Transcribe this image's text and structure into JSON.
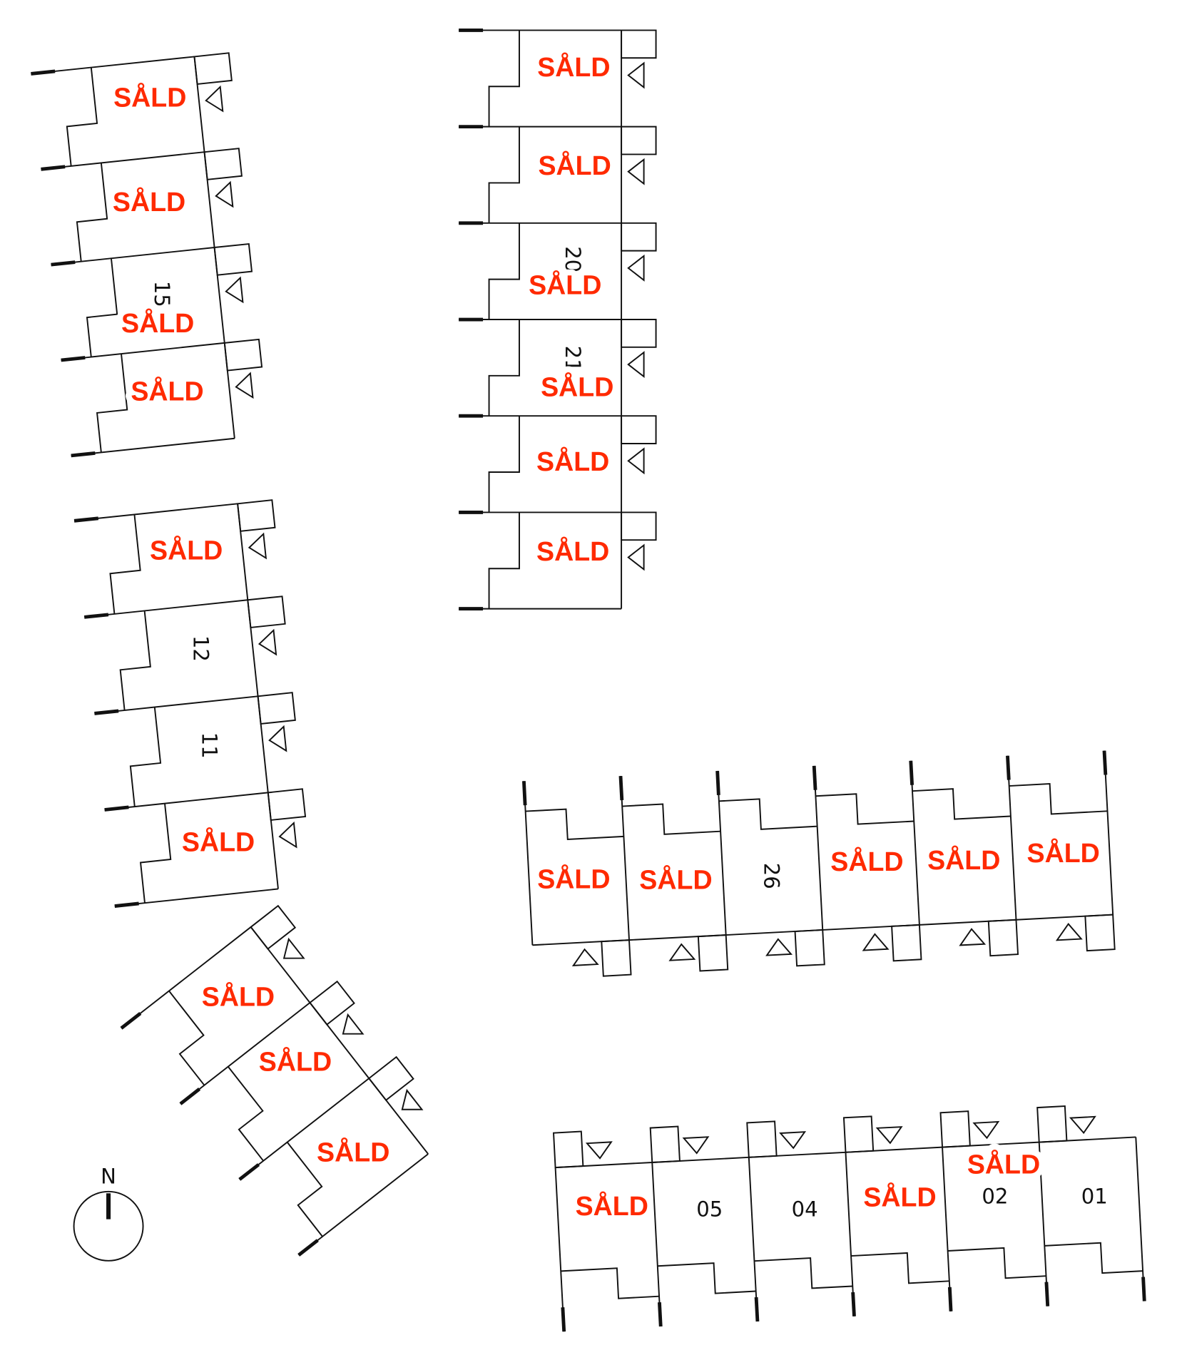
{
  "colors": {
    "sold": "#ff2a00",
    "lines": "#111111",
    "background": "#ffffff"
  },
  "compass": {
    "label": "N",
    "icon": "north-arrow-icon"
  },
  "groups": [
    {
      "name": "row-west-top",
      "units": [
        {
          "label": "SÅLD"
        },
        {
          "label": "SÅLD"
        },
        {
          "number": "15",
          "label": "SÅLD"
        },
        {
          "label": "SÅLD"
        }
      ]
    },
    {
      "name": "row-center-top",
      "units": [
        {
          "label": "SÅLD"
        },
        {
          "label": "SÅLD"
        },
        {
          "number": "20",
          "label": "SÅLD"
        },
        {
          "number": "21",
          "label": "SÅLD"
        },
        {
          "label": "SÅLD"
        },
        {
          "label": "SÅLD"
        }
      ]
    },
    {
      "name": "row-west-middle",
      "units": [
        {
          "label": "SÅLD"
        },
        {
          "number": "12"
        },
        {
          "number": "11"
        },
        {
          "label": "SÅLD"
        }
      ]
    },
    {
      "name": "row-southwest-diagonal",
      "units": [
        {
          "label": "SÅLD"
        },
        {
          "label": "SÅLD"
        },
        {
          "label": "SÅLD"
        }
      ]
    },
    {
      "name": "row-east-middle",
      "units": [
        {
          "label": "SÅLD"
        },
        {
          "label": "SÅLD"
        },
        {
          "number": "26"
        },
        {
          "label": "SÅLD"
        },
        {
          "label": "SÅLD"
        },
        {
          "label": "SÅLD"
        }
      ]
    },
    {
      "name": "row-east-bottom",
      "units": [
        {
          "label": "SÅLD"
        },
        {
          "number": "05"
        },
        {
          "number": "04"
        },
        {
          "label": "SÅLD"
        },
        {
          "number": "02",
          "label": "SÅLD"
        },
        {
          "number": "01"
        }
      ]
    }
  ]
}
